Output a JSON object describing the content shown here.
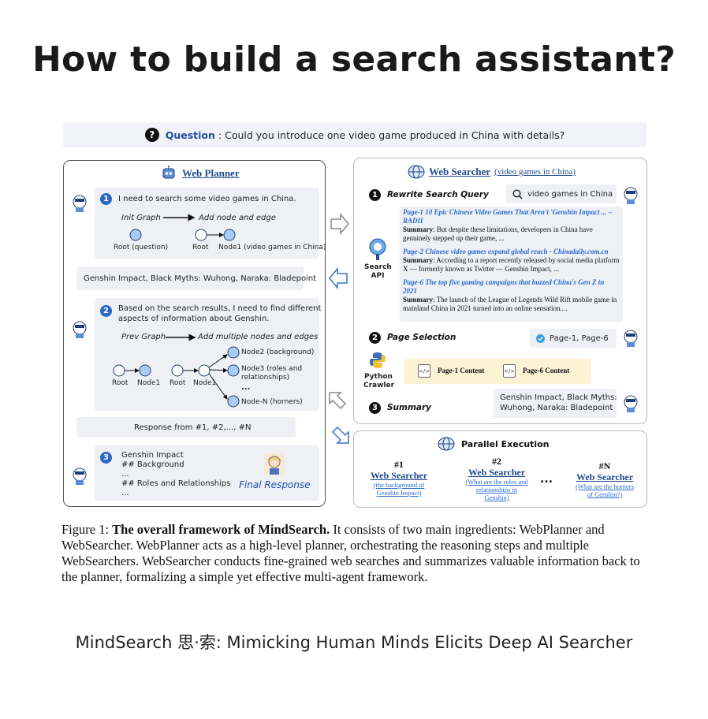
{
  "title": "How to build a search assistant?",
  "question": {
    "label": "Question",
    "text": ": Could you introduce one video game produced in China with details?"
  },
  "planner": {
    "header": "Web Planner",
    "step1": {
      "num": "1",
      "text": "I need to search some video games in China.",
      "graph_init": "Init Graph",
      "graph_add": "Add node and edge",
      "root_question": "Root (question)",
      "root": "Root",
      "node1": "Node1 (video games in China)"
    },
    "games": "Genshin Impact, Black Myths: Wuhong, Naraka: Bladepoint",
    "step2": {
      "num": "2",
      "text_line1": "Based on the search results, I need to find different",
      "text_line2": "aspects of information about Genshin.",
      "prev_graph": "Prev Graph",
      "add_multi": "Add multiple nodes and edges",
      "root": "Root",
      "node1": "Node1",
      "node2": "Node2 (background)",
      "node3_line1": "Node3 (roles and",
      "node3_line2": "relationships)",
      "dots": "...",
      "noden": "Node-N (horners)"
    },
    "response": "Response from #1, #2,..., #N",
    "step3": {
      "num": "3",
      "line1": "Genshin Impact",
      "line2": "## Background",
      "line3": "...",
      "line4": "## Roles and Relationships",
      "line5": "...",
      "final": "Final Response"
    }
  },
  "searcher": {
    "header": "Web Searcher",
    "header_sub": "(video games in China)",
    "step1": {
      "num": "1",
      "label": "Rewrite Search Query",
      "query": "video games in China"
    },
    "api_label_line1": "Search",
    "api_label_line2": "API",
    "results": [
      {
        "title": "Page-1 10 Epic Chinese Video Games That Aren't 'Genshin Impact ... – RADII",
        "summary_label": "Summary",
        "summary": ": But despite these limitations, developers in China have genuinely stepped up their game, ..."
      },
      {
        "title": "Page-2 Chinese video games expand global reach - Chinadaily.com.cn",
        "summary_label": "Summary",
        "summary": ": According to a report recently released by social media platform X — formerly known as Twitter — Genshin Impact, ..."
      },
      {
        "title": "Page-6 The top five gaming campaigns that buzzed China's Gen Z in 2021",
        "summary_label": "Summary",
        "summary": ": The launch of the League of Legends Wild Rift mobile game in mainland China in 2021 turned into an online sensation...."
      }
    ],
    "step2": {
      "num": "2",
      "label": "Page Selection",
      "selected": "Page-1, Page-6"
    },
    "crawler_line1": "Python",
    "crawler_line2": "Crawler",
    "content1": "Page-1 Content",
    "content6": "Page-6 Content",
    "step3": {
      "num": "3",
      "label": "Summary",
      "text_line1": "Genshin Impact, Black Myths:",
      "text_line2": "Wuhong, Naraka: Bladepoint"
    }
  },
  "parallel": {
    "header": "Parallel Execution",
    "items": [
      {
        "num": "#1",
        "label": "Web Searcher",
        "sub_line1": "(the background of",
        "sub_line2": "Genshin Impact)",
        "sub_line3": ""
      },
      {
        "num": "#2",
        "label": "Web Searcher",
        "sub_line1": "(What are the roles and",
        "sub_line2": "relationships in",
        "sub_line3": "Genshin)"
      },
      {
        "num": "#N",
        "label": "Web Searcher",
        "sub_line1": "(What are the horners",
        "sub_line2": "of Genshin?)",
        "sub_line3": ""
      }
    ],
    "dots": "..."
  },
  "caption": {
    "prefix": "Figure 1: ",
    "bold": "The overall framework of MindSearch.",
    "rest": " It consists of two main ingredients: WebPlanner and WebSearcher. WebPlanner acts as a high-level planner, orchestrating the reasoning steps and multiple WebSearchers. WebSearcher conducts fine-grained web searches and summarizes valuable information back to the planner, formalizing a simple yet effective multi-agent framework."
  },
  "subtitle": "MindSearch 思·索: Mimicking Human Minds Elicits Deep AI Searcher",
  "colors": {
    "accent_blue": "#2a68c8",
    "header_blue": "#1e4a8c",
    "link_blue": "#2a6ad0",
    "panel_gray": "#eef0f4",
    "highlight_yellow": "#fbf3d3"
  }
}
